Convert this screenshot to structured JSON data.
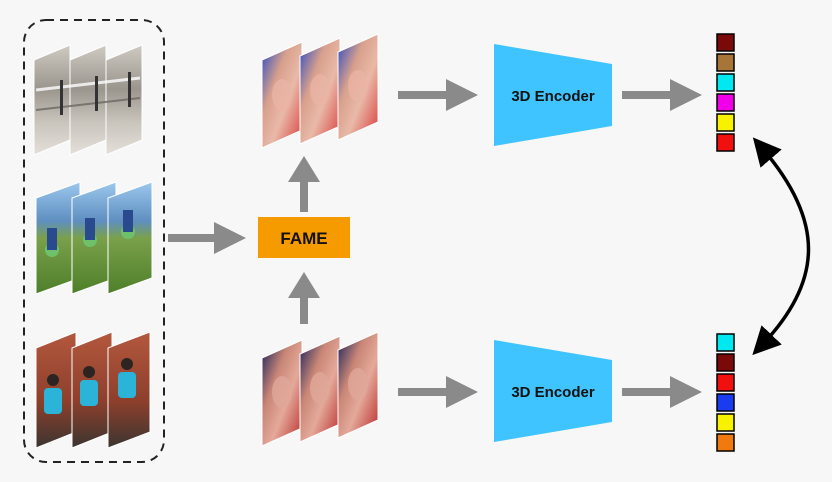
{
  "labels": {
    "fame": "FAME",
    "encoder_top": "3D Encoder",
    "encoder_bottom": "3D Encoder"
  },
  "colors": {
    "background": "#f7f7f7",
    "fame_box": "#f59b00",
    "encoder": "#3fc4ff",
    "arrow": "#8a8a8a",
    "feature_top": [
      "#7a0a0a",
      "#a87538",
      "#00e8f0",
      "#f000e8",
      "#f8f200",
      "#f01010"
    ],
    "feature_bottom": [
      "#00e8f0",
      "#7a0a0a",
      "#f01010",
      "#1a3cf0",
      "#f8f200",
      "#f07a10"
    ]
  },
  "icons": [
    "video-clip-stack",
    "gray-arrow-right",
    "gray-arrow-up",
    "curved-double-arrow"
  ]
}
